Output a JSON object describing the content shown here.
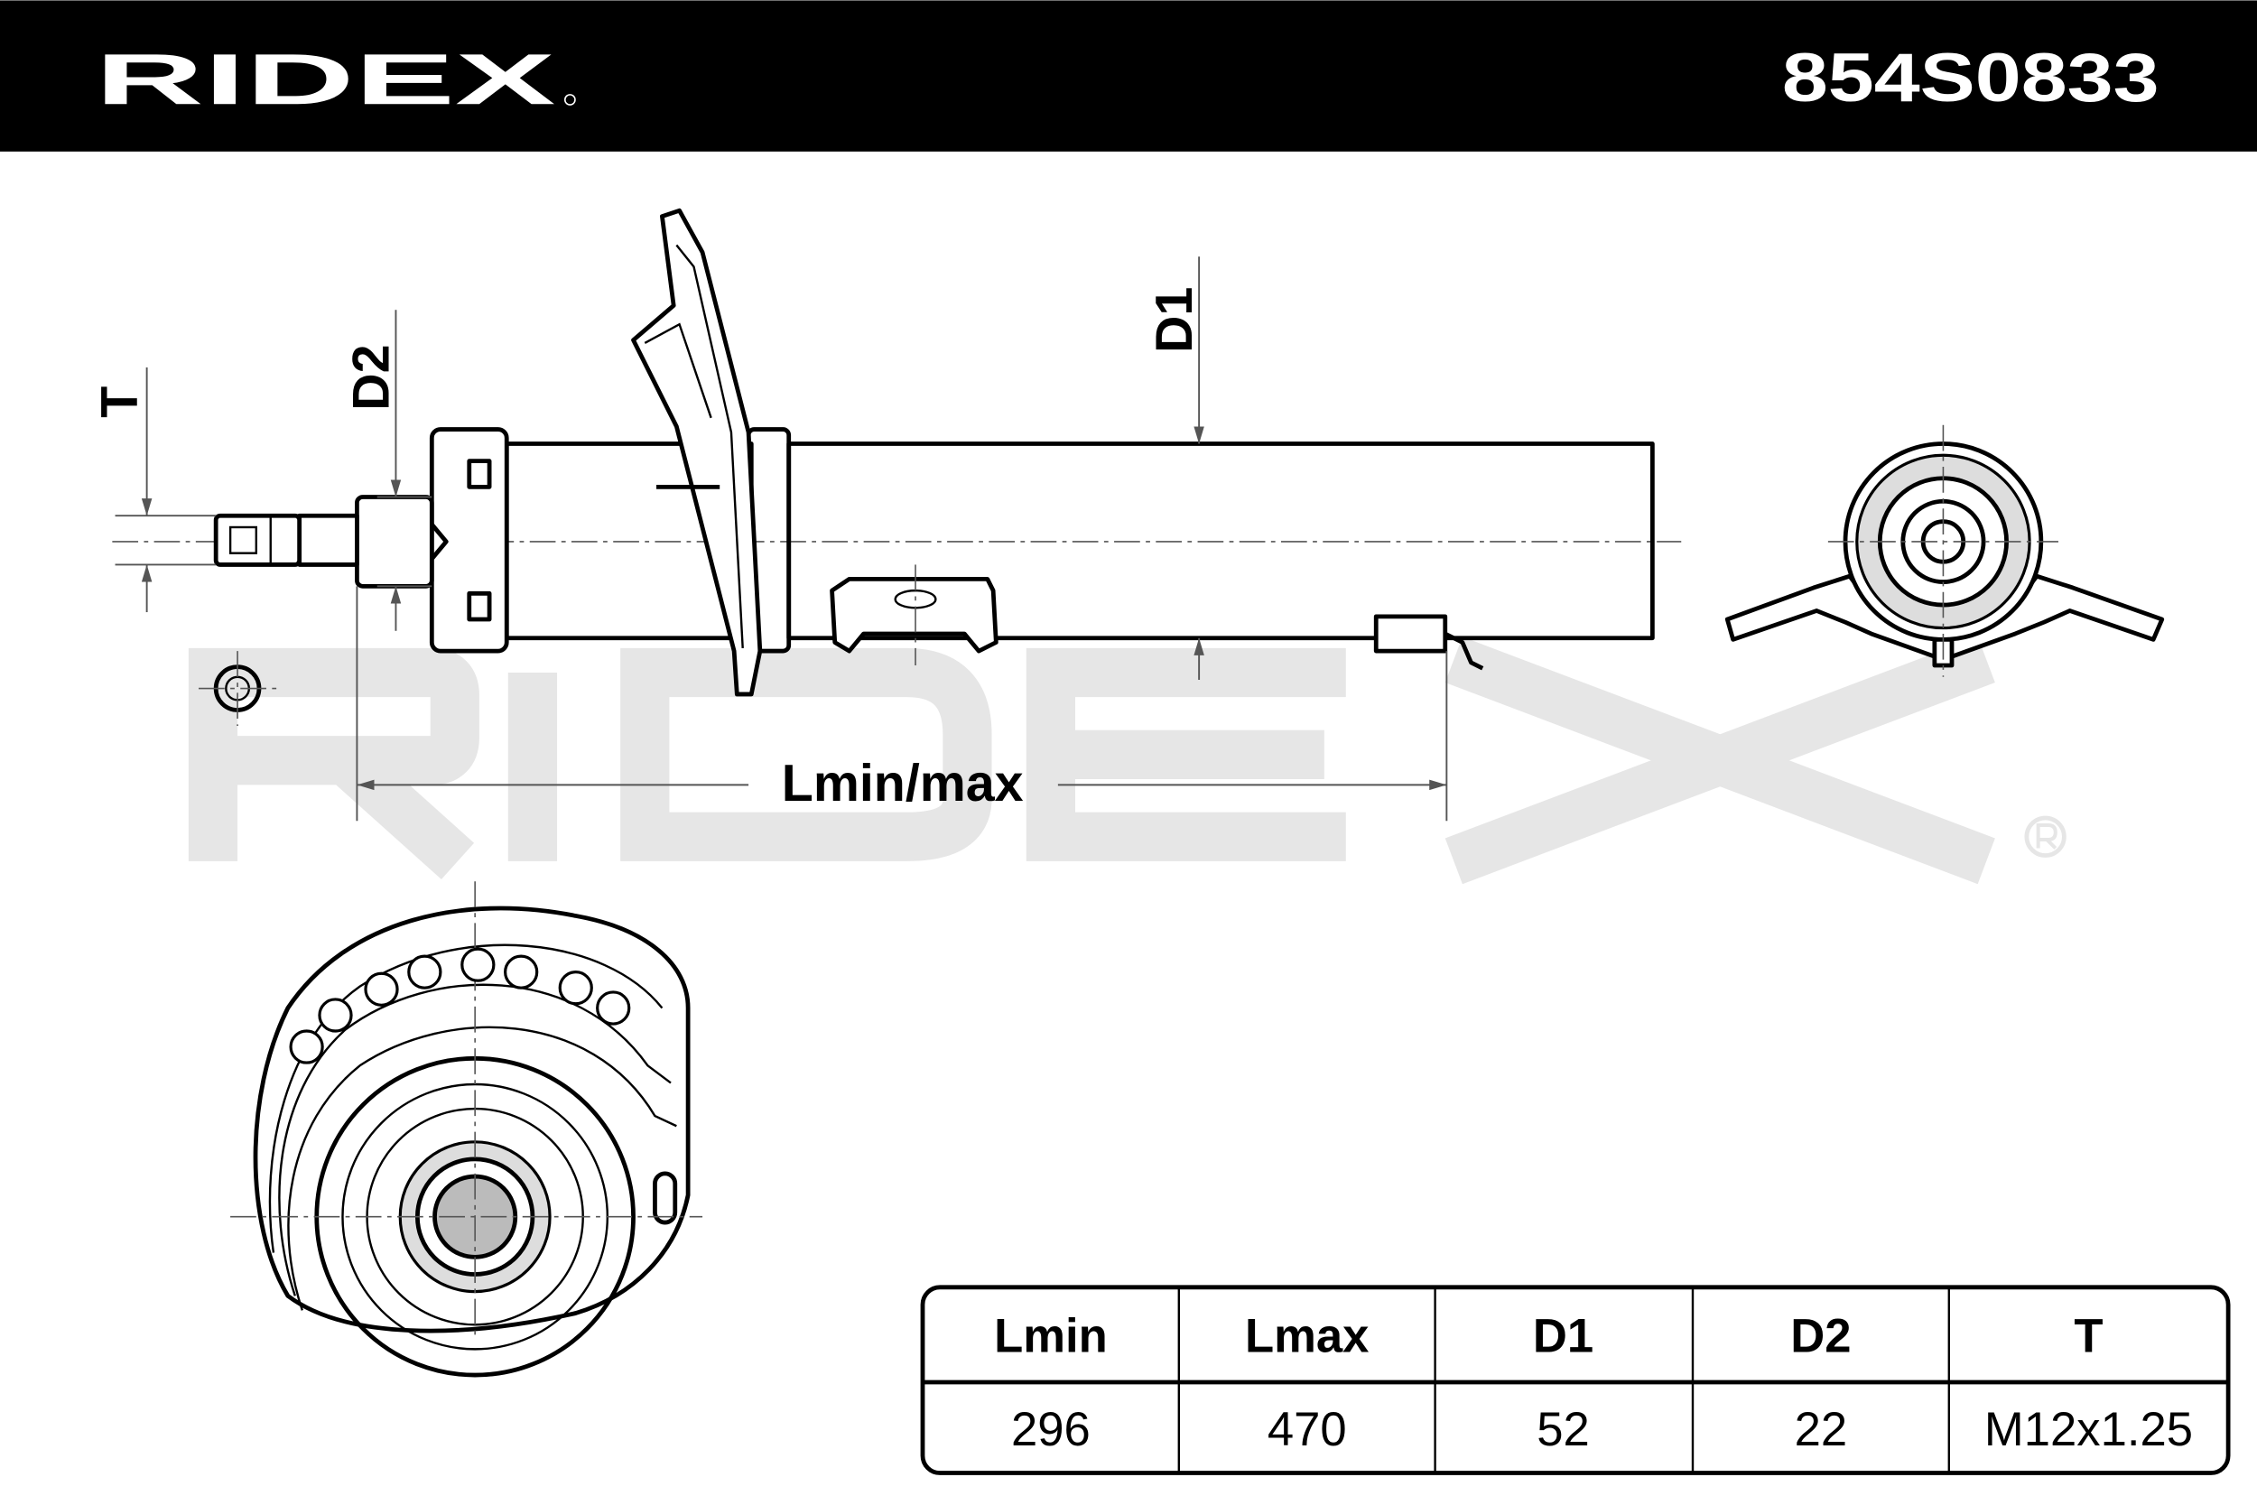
{
  "header": {
    "brand": "RIDEX",
    "part_number": "854S0833",
    "background_color": "#000000",
    "text_color": "#ffffff"
  },
  "watermark": {
    "text": "RIDEX",
    "registered_mark": "®",
    "color": "#e6e6e6"
  },
  "drawing": {
    "labels": {
      "t": "T",
      "d2": "D2",
      "d1": "D1",
      "length": "Lmin/max"
    }
  },
  "spec_table": {
    "headers": [
      "Lmin",
      "Lmax",
      "D1",
      "D2",
      "T"
    ],
    "values": [
      "296",
      "470",
      "52",
      "22",
      "M12x1.25"
    ]
  }
}
